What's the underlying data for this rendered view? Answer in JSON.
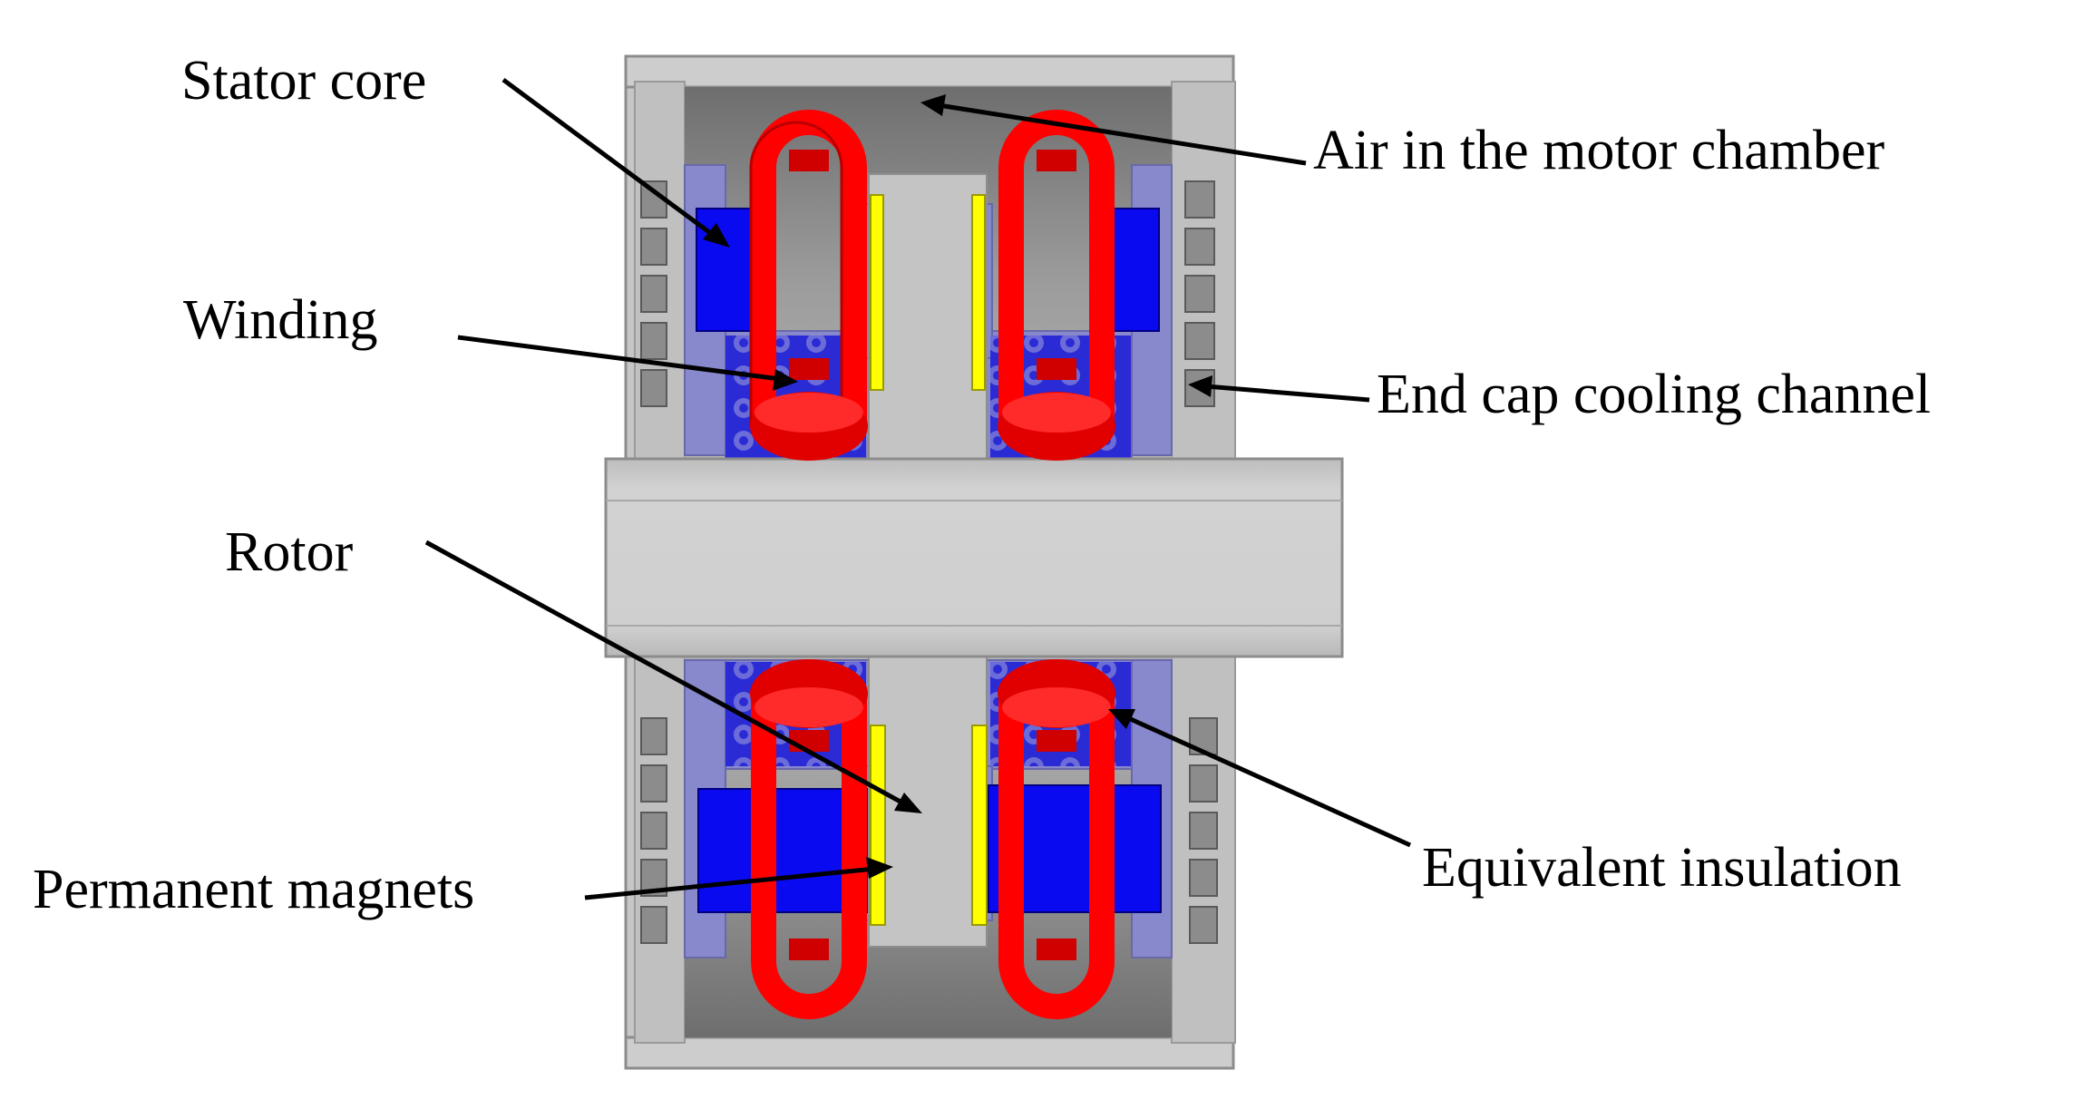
{
  "colors": {
    "housing": "#c8c8c8",
    "housing_edge": "#9a9a9a",
    "chamber_dark": "#7a7a7a",
    "winding": "#ff0000",
    "winding_dark": "#b00000",
    "stator_core": "#0000ff",
    "stator_core_dark": "#1010c0",
    "insulation": "#8080c8",
    "magnet": "#ffff00",
    "channel": "#8a8a8a",
    "arrow": "#000000"
  },
  "labels": {
    "stator_core": "Stator core",
    "winding": "Winding",
    "rotor": "Rotor",
    "permanent_magnets": "Permanent magnets",
    "air_chamber": "Air in the motor chamber",
    "end_cap_cooling": "End cap cooling channel",
    "equivalent_insulation": "Equivalent insulation"
  }
}
